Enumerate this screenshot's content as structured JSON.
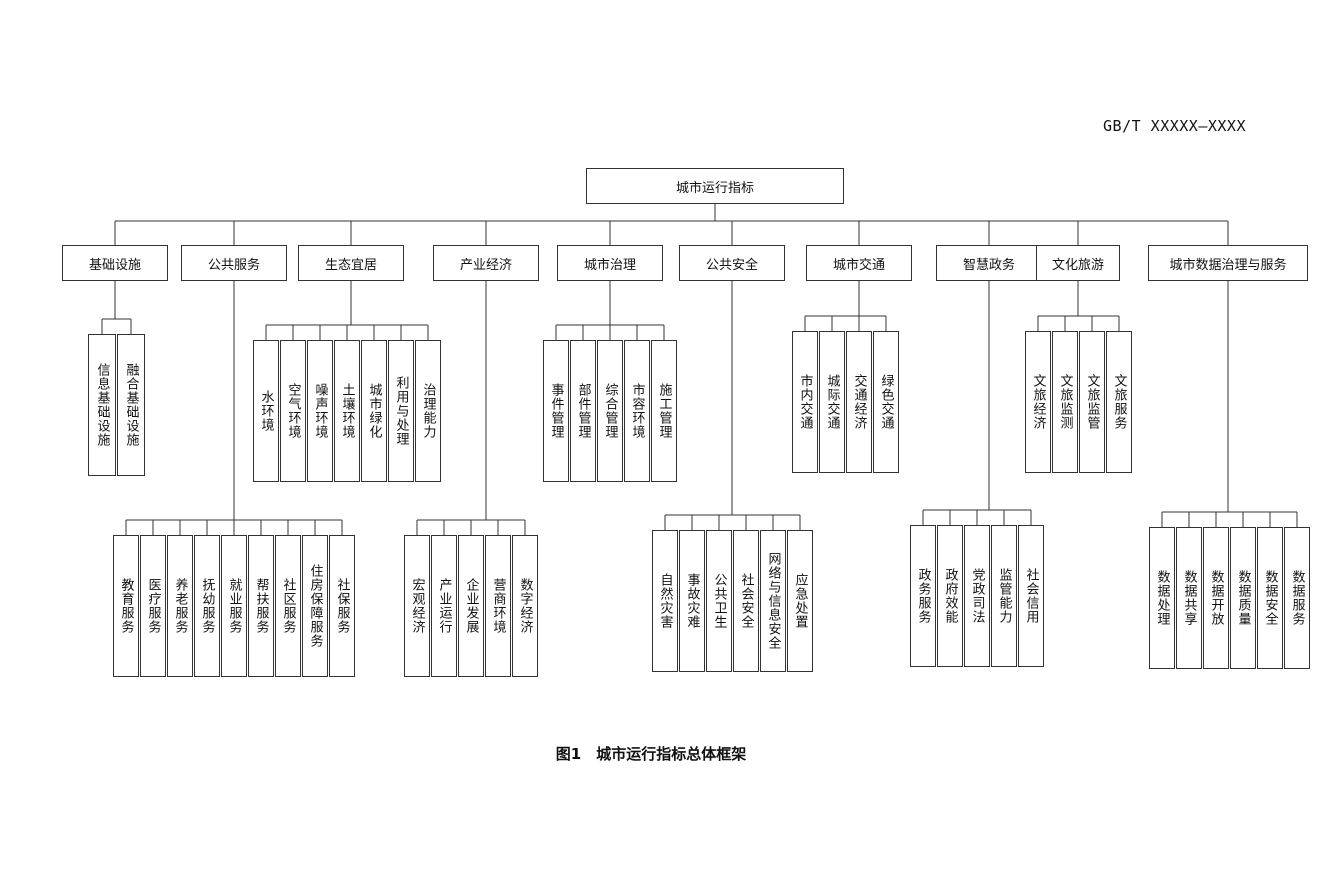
{
  "standard_no": "GB/T XXXXX—XXXX",
  "figure_caption": "图1　城市运行指标总体框架",
  "root": {
    "label": "城市运行指标"
  },
  "categories": [
    {
      "label": "基础设施",
      "children": [
        "信息基础设施",
        "融合基础设施"
      ]
    },
    {
      "label": "公共服务",
      "children": [
        "教育服务",
        "医疗服务",
        "养老服务",
        "抚幼服务",
        "就业服务",
        "帮扶服务",
        "社区服务",
        "住房保障服务",
        "社保服务"
      ]
    },
    {
      "label": "生态宜居",
      "children": [
        "水环境",
        "空气环境",
        "噪声环境",
        "土壤环境",
        "城市绿化",
        "利用与处理",
        "治理能力"
      ]
    },
    {
      "label": "产业经济",
      "children": [
        "宏观经济",
        "产业运行",
        "企业发展",
        "营商环境",
        "数字经济"
      ]
    },
    {
      "label": "城市治理",
      "children": [
        "事件管理",
        "部件管理",
        "综合管理",
        "市容环境",
        "施工管理"
      ]
    },
    {
      "label": "公共安全",
      "children": [
        "自然灾害",
        "事故灾难",
        "公共卫生",
        "社会安全",
        "网络与信息安全",
        "应急处置"
      ]
    },
    {
      "label": "城市交通",
      "children": [
        "市内交通",
        "城际交通",
        "交通经济",
        "绿色交通"
      ]
    },
    {
      "label": "智慧政务",
      "children": [
        "政务服务",
        "政府效能",
        "党政司法",
        "监管能力",
        "社会信用"
      ]
    },
    {
      "label": "文化旅游",
      "children": [
        "文旅经济",
        "文旅监测",
        "文旅监管",
        "文旅服务"
      ]
    },
    {
      "label": "城市数据治理与服务",
      "children": [
        "数据处理",
        "数据共享",
        "数据开放",
        "数据质量",
        "数据安全",
        "数据服务"
      ]
    }
  ]
}
